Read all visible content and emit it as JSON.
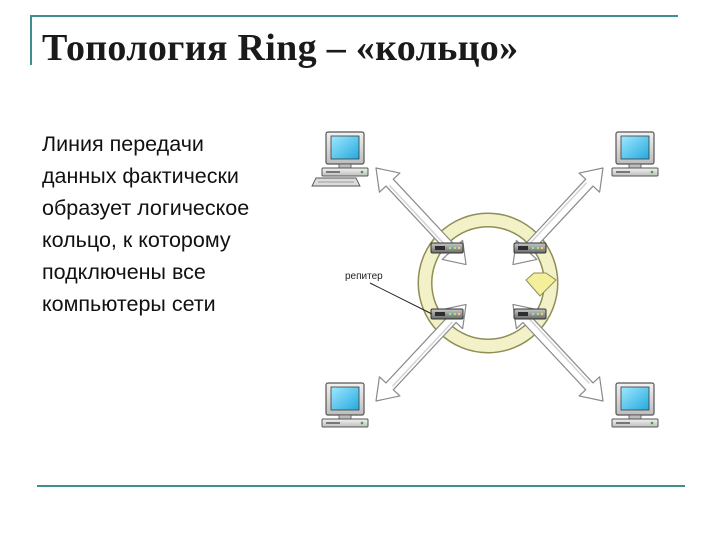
{
  "slide": {
    "title": "Топология Ring – «кольцо»",
    "description_lines": [
      "Линия передачи",
      "данных фактически",
      "образует логическое",
      "кольцо, к которому",
      "подключены все",
      "компьютеры сети"
    ]
  },
  "diagram": {
    "repeater_label": "репитер",
    "computer_count": 4,
    "repeater_count": 4
  },
  "colors": {
    "accent_rule": "#3f8f8f",
    "ring": "#f3f1c8",
    "ring_edge": "#8e8e55",
    "direction_arrow": "#f4ef9a",
    "screen": "#4fc8f0"
  }
}
